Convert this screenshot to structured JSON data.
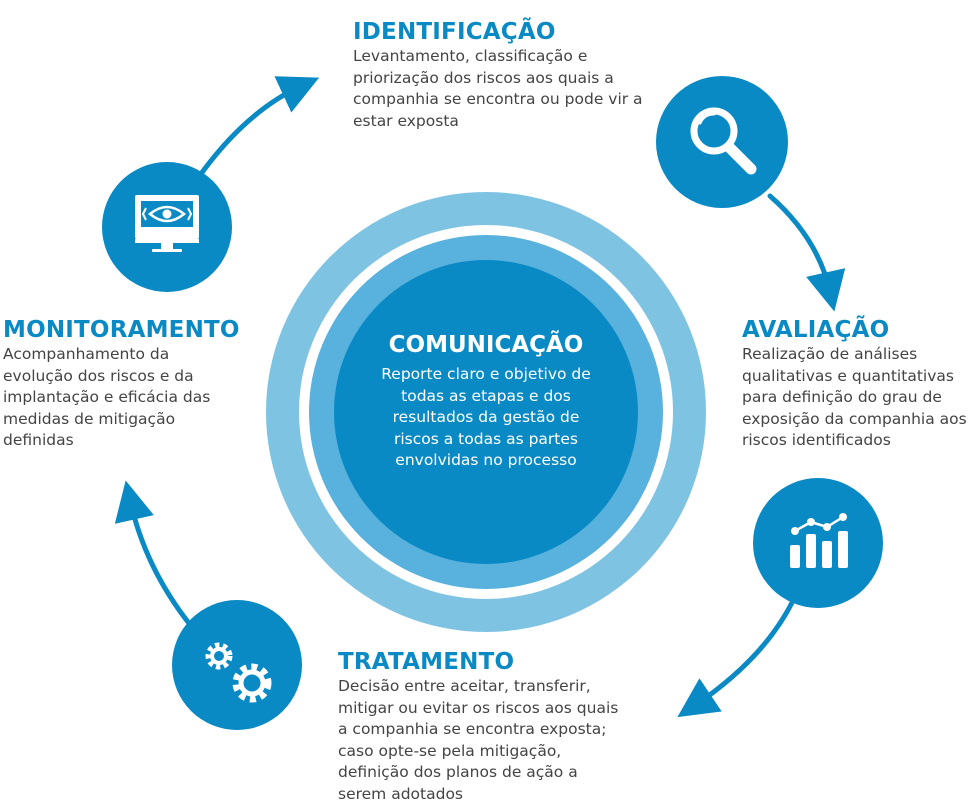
{
  "colors": {
    "primary": "#0a8ac5",
    "ring_outer": "#7fc3e3",
    "ring_gap": "#ffffff",
    "ring_inner": "#58b2dd",
    "text_dark": "#444444",
    "title": "#0a8ac5"
  },
  "center": {
    "title": "COMUNICAÇÃO",
    "description": "Reporte claro e objetivo de todas as etapas e dos resultados da gestão de riscos a todas as partes envolvidas no processo"
  },
  "stages": {
    "identificacao": {
      "title": "IDENTIFICAÇÃO",
      "description": "Levantamento, classificação e priorização dos riscos aos quais a companhia se encontra ou pode vir a estar exposta",
      "icon": "magnifier-icon"
    },
    "avaliacao": {
      "title": "AVALIAÇÃO",
      "description": "Realização de análises qualitativas e quantitativas para definição do grau de exposição da companhia aos riscos identificados",
      "icon": "bar-chart-icon"
    },
    "tratamento": {
      "title": "TRATAMENTO",
      "description": "Decisão entre aceitar, transferir, mitigar ou evitar os riscos aos quais a companhia se encontra exposta; caso opte-se pela mitigação, definição dos planos de ação a serem adotados",
      "icon": "gears-icon"
    },
    "monitoramento": {
      "title": "MONITORAMENTO",
      "description": "Acompanhamento da evolução dos riscos e da implantação e eficácia das medidas de mitigação definidas",
      "icon": "monitor-eye-icon"
    }
  }
}
